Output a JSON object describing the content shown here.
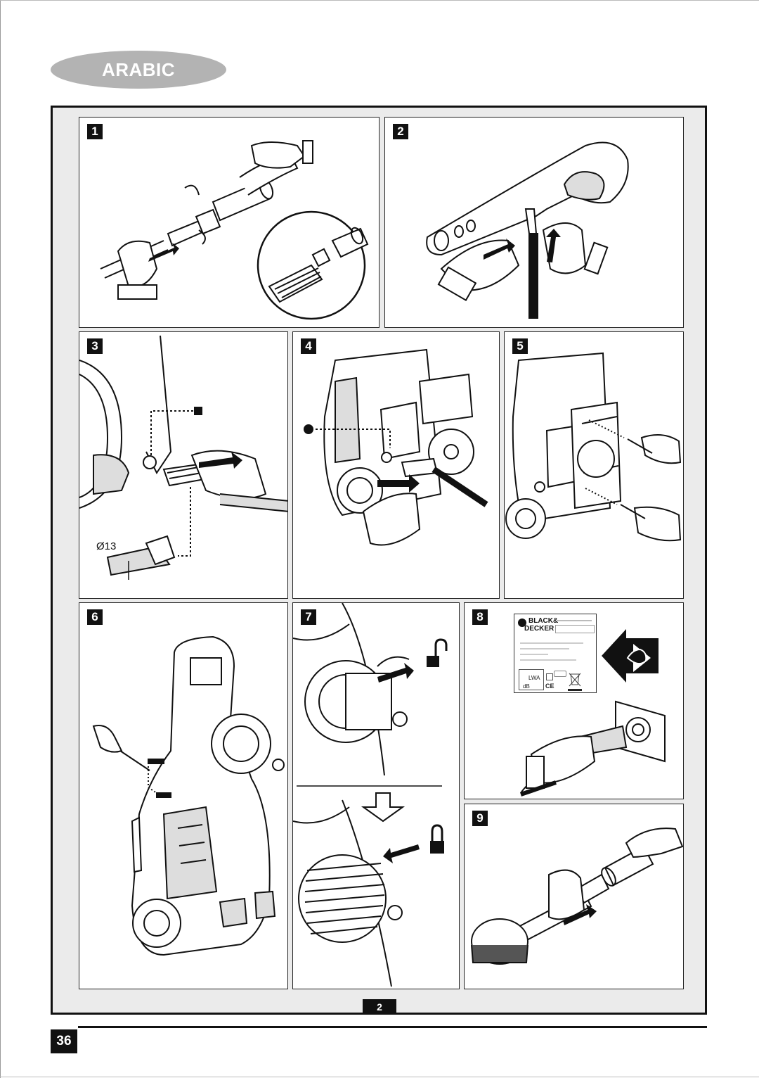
{
  "header": {
    "language_label": "ARABIC"
  },
  "panels": [
    {
      "number": "1"
    },
    {
      "number": "2"
    },
    {
      "number": "3",
      "dimension_label": "Ø13"
    },
    {
      "number": "4"
    },
    {
      "number": "5"
    },
    {
      "number": "6"
    },
    {
      "number": "7"
    },
    {
      "number": "8",
      "rating_label": {
        "brand_line1": "BLACK&",
        "brand_line2": "DECKER",
        "lwa": "LWA",
        "db": "dB",
        "ce": "CE"
      }
    },
    {
      "number": "9"
    }
  ],
  "frame_page_ref": "2",
  "footer": {
    "page_number": "36"
  }
}
